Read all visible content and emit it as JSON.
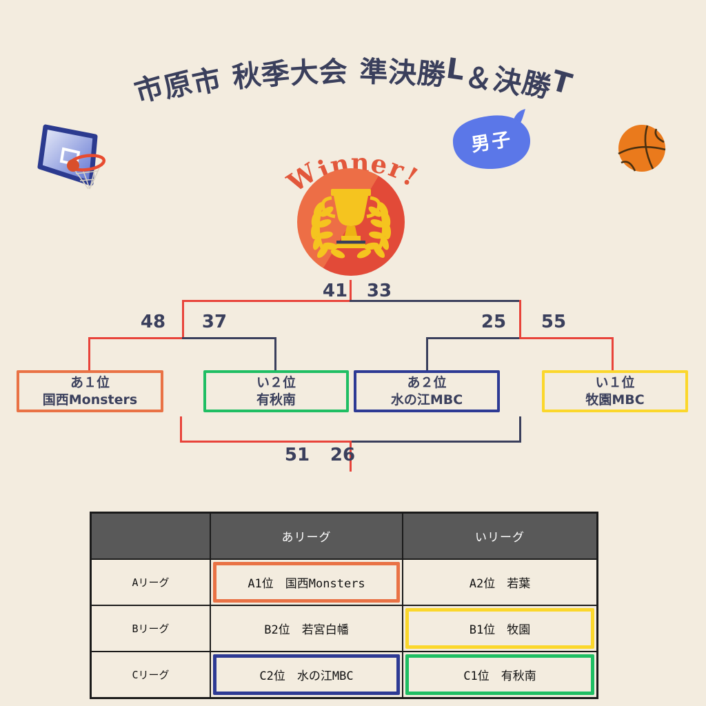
{
  "title": {
    "text": "市原市 秋季大会 準決勝L＆決勝T"
  },
  "badge": {
    "label": "男子"
  },
  "trophy": {
    "winner_label": "Winner!"
  },
  "colors": {
    "background": "#F3ECDF",
    "text_navy": "#3A3F5C",
    "winner_line_red": "#E8433A",
    "loser_line_navy": "#3A3F5C",
    "badge_blue": "#5B77E8",
    "basketball_orange": "#EA7A1C",
    "trophy_gold": "#F5C41F",
    "trophy_circle_red": "#E24A38",
    "table_header_gray": "#595959"
  },
  "bracket": {
    "final": {
      "left_score": "41",
      "right_score": "33"
    },
    "semifinal_left": {
      "left_score": "48",
      "right_score": "37"
    },
    "semifinal_right": {
      "left_score": "25",
      "right_score": "55"
    },
    "third_place": {
      "left_score": "51",
      "right_score": "26"
    },
    "teams": [
      {
        "rank": "あ１位",
        "name": "国西Monsters",
        "color": "#E97245"
      },
      {
        "rank": "い２位",
        "name": "有秋南",
        "color": "#1FBE63"
      },
      {
        "rank": "あ２位",
        "name": "水の江MBC",
        "color": "#2D3A94"
      },
      {
        "rank": "い１位",
        "name": "牧園MBC",
        "color": "#FBD72B"
      }
    ]
  },
  "league_table": {
    "headers": [
      "",
      "あリーグ",
      "いリーグ"
    ],
    "rows": [
      {
        "label": "Aリーグ",
        "cells": [
          {
            "text": "A1位　国西Monsters",
            "border": "#E97245"
          },
          {
            "text": "A2位　若葉"
          }
        ]
      },
      {
        "label": "Bリーグ",
        "cells": [
          {
            "text": "B2位　若宮白幡"
          },
          {
            "text": "B1位　牧園",
            "border": "#FBD72B"
          }
        ]
      },
      {
        "label": "Cリーグ",
        "cells": [
          {
            "text": "C2位　水の江MBC",
            "border": "#2D3A94"
          },
          {
            "text": "C1位　有秋南",
            "border": "#1FBE63"
          }
        ]
      }
    ]
  }
}
